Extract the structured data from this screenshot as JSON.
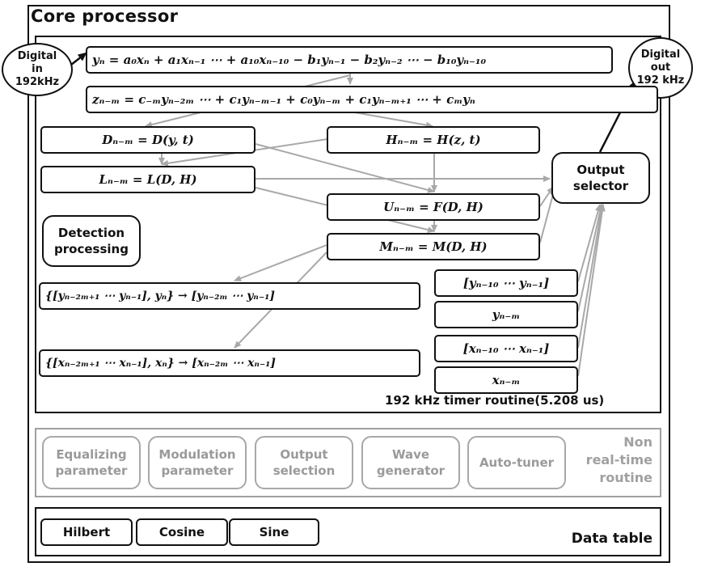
{
  "title": "Core processor",
  "digital_in": {
    "line1": "Digital",
    "line2": "in",
    "line3": "192kHz"
  },
  "digital_out": {
    "line1": "Digital",
    "line2": "out",
    "line3": "192 kHz"
  },
  "equations": {
    "iir": "yₙ = a₀xₙ + a₁xₙ₋₁ ⋯ + a₁₀xₙ₋₁₀ − b₁yₙ₋₁ − b₂yₙ₋₂ ⋯ − b₁₀yₙ₋₁₀",
    "fir": "zₙ₋ₘ = c₋ₘyₙ₋₂ₘ ⋯ + c₁yₙ₋ₘ₋₁ + c₀yₙ₋ₘ + c₁yₙ₋ₘ₊₁ ⋯ + cₘyₙ",
    "d": "Dₙ₋ₘ = D(y, t)",
    "h": "Hₙ₋ₘ = H(z, t)",
    "l": "Lₙ₋ₘ = L(D, H)",
    "u": "Uₙ₋ₘ = F(D, H)",
    "m": "Mₙ₋ₘ = M(D, H)",
    "y_shift": "{[yₙ₋₂ₘ₊₁   ⋯   yₙ₋₁], yₙ} → [yₙ₋₂ₘ   ⋯   yₙ₋₁]",
    "x_shift": "{[xₙ₋₂ₘ₊₁   ⋯   xₙ₋₁], xₙ} → [xₙ₋₂ₘ   ⋯   xₙ₋₁]",
    "y_hist": "[yₙ₋₁₀   ⋯   yₙ₋₁]",
    "y_nm": "yₙ₋ₘ",
    "x_hist": "[xₙ₋₁₀   ⋯   xₙ₋₁]",
    "x_nm": "xₙ₋ₘ"
  },
  "output_selector": {
    "line1": "Output",
    "line2": "selector"
  },
  "detection": {
    "line1": "Detection",
    "line2": "processing"
  },
  "timer_label": "192 kHz  timer routine(5.208 us)",
  "non_realtime": {
    "items": [
      {
        "line1": "Equalizing",
        "line2": "parameter"
      },
      {
        "line1": "Modulation",
        "line2": "parameter"
      },
      {
        "line1": "Output",
        "line2": "selection"
      },
      {
        "line1": "Wave",
        "line2": "generator"
      },
      {
        "line1": "Auto-tuner",
        "line2": ""
      }
    ],
    "label": "Non\nreal-time\nroutine"
  },
  "data_table": {
    "items": [
      "Hilbert",
      "Cosine",
      "Sine"
    ],
    "label": "Data table"
  },
  "colors": {
    "black": "#111111",
    "gray_arrow": "#a8a8a8",
    "gray_text": "#9a9a9a"
  }
}
